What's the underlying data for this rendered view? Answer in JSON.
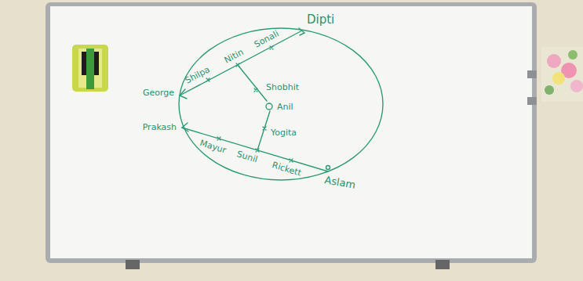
{
  "diagram": {
    "labels": [
      "Dipti",
      "George",
      "Shilpa",
      "Nitin",
      "Sonali",
      "Shobhit",
      "Anil",
      "Yogita",
      "Prakash",
      "Mayur",
      "Sunil",
      "Rickett",
      "Aslam"
    ]
  }
}
